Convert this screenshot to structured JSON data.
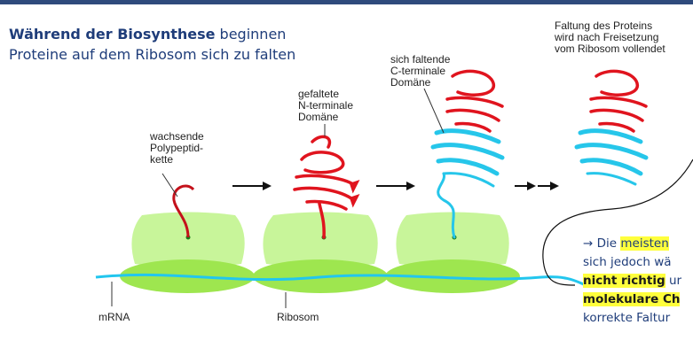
{
  "title": {
    "line1_bold": "Während der Biosynthese",
    "line1_rest": " beginnen",
    "line2": "Proteine auf dem Ribosom sich zu falten"
  },
  "labels": {
    "growing_chain": "wachsende\nPolypeptid-\nkette",
    "n_domain": "gefaltete\nN-terminale\nDomäne",
    "c_domain": "sich faltende\nC-terminale\nDomäne",
    "completion": "Faltung des Proteins\nwird nach Freisetzung\nvom Ribosom vollendet",
    "mrna": "mRNA",
    "ribosome": "Ribosom"
  },
  "note": {
    "line1_prefix": "→ Die ",
    "line1_hl": "meisten",
    "line2": "sich jedoch wä",
    "line3_hl": "nicht richtig",
    "line3_rest": " ur",
    "line4_hl": "molekulare Ch",
    "line5": "korrekte Faltur"
  },
  "colors": {
    "title": "#1f3d7a",
    "ribosome_large": "#c8f59a",
    "ribosome_small": "#9ee64f",
    "mrna": "#22c6ee",
    "n_domain": "#e0141e",
    "c_domain": "#26c6ea",
    "highlight": "#ffff3c",
    "topbar": "#2f4b7c"
  }
}
